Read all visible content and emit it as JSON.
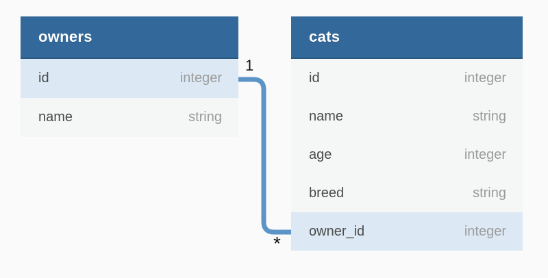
{
  "page": {
    "background": "#fafafa"
  },
  "colors": {
    "table_header_bg": "#33689a",
    "table_header_border": "#29597f",
    "table_header_text": "#ffffff",
    "row_bg": "#f5f6f6",
    "key_row_bg": "#dce9f4",
    "column_name_text": "#4a4a4a",
    "column_type_text": "#9b9b9b",
    "relationship_line": "#5d94c7",
    "cardinality_text": "#111111"
  },
  "diagram": {
    "tables": [
      {
        "name": "owners",
        "columns": [
          {
            "name": "id",
            "type": "integer",
            "highlighted": true
          },
          {
            "name": "name",
            "type": "string",
            "highlighted": false
          }
        ]
      },
      {
        "name": "cats",
        "columns": [
          {
            "name": "id",
            "type": "integer",
            "highlighted": false
          },
          {
            "name": "name",
            "type": "string",
            "highlighted": false
          },
          {
            "name": "age",
            "type": "integer",
            "highlighted": false
          },
          {
            "name": "breed",
            "type": "string",
            "highlighted": false
          },
          {
            "name": "owner_id",
            "type": "integer",
            "highlighted": true
          }
        ]
      }
    ],
    "relationship": {
      "from_table": "owners",
      "from_column": "id",
      "to_table": "cats",
      "to_column": "owner_id",
      "from_cardinality": "1",
      "to_cardinality": "*"
    }
  }
}
